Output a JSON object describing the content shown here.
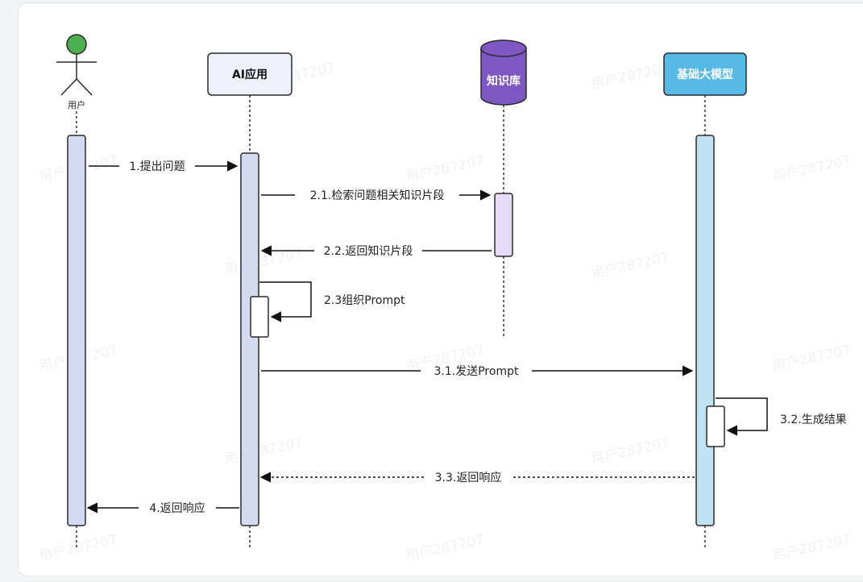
{
  "participants": {
    "user": {
      "label": "用户"
    },
    "ai_app": {
      "label": "AI应用"
    },
    "knowledge_base": {
      "label": "知识库"
    },
    "foundation_model": {
      "label": "基础大模型"
    }
  },
  "messages": {
    "m1": "1.提出问题",
    "m2_1": "2.1.检索问题相关知识片段",
    "m2_2": "2.2.返回知识片段",
    "m2_3": "2.3组织Prompt",
    "m3_1": "3.1.发送Prompt",
    "m3_2": "3.2.生成结果",
    "m3_3": "3.3.返回响应",
    "m4": "4.返回响应"
  },
  "watermark": "用户287207",
  "colors": {
    "user_head": "#4caf50",
    "ai_header_fill": "#eef1fb",
    "ai_activation_fill": "#d5daf3",
    "kb_fill": "#7e57c2",
    "kb_activation_fill": "#e6dcf7",
    "model_fill": "#56b9e6",
    "model_activation_fill": "#bfe3f2",
    "stroke": "#2b2b2b"
  }
}
